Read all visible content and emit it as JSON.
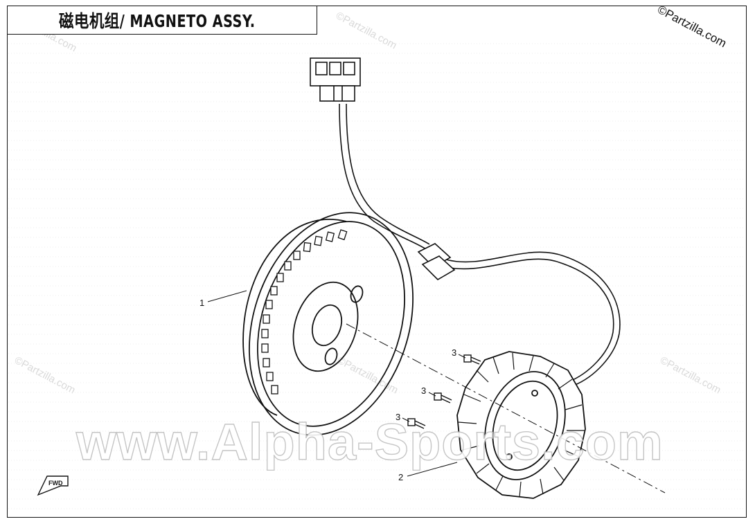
{
  "diagram": {
    "title": "磁电机组/ MAGNETO ASSY.",
    "copyright": "©Partzilla.com",
    "watermark_small": "©Partzilla.com",
    "watermark_site": "www.Alpha-Sports.com",
    "direction_label": "FWD"
  },
  "callouts": [
    {
      "label": "1",
      "part": "flywheel"
    },
    {
      "label": "2",
      "part": "stator"
    },
    {
      "label": "3",
      "part": "bolt"
    },
    {
      "label": "3",
      "part": "bolt"
    },
    {
      "label": "3",
      "part": "bolt"
    }
  ]
}
